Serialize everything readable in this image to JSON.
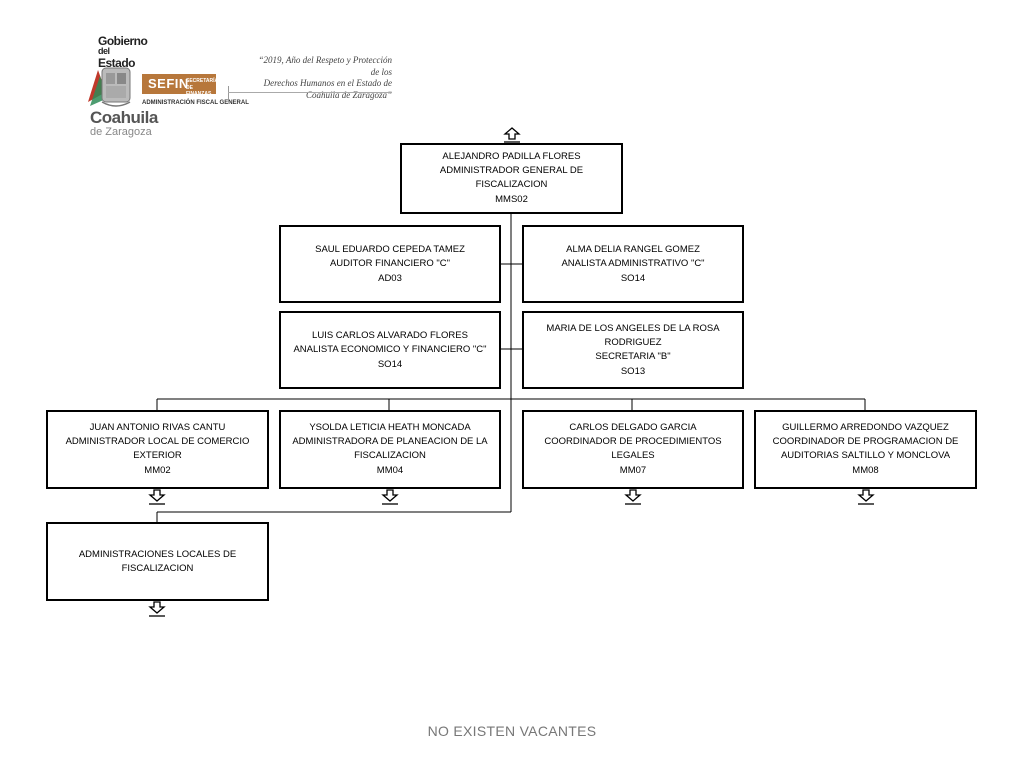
{
  "header": {
    "logo_lines": [
      "Gobierno",
      "del",
      "Estado"
    ],
    "logo_state": "Coahuila",
    "logo_state_sub": "de Zaragoza",
    "sefin_label": "SEFIN",
    "sefin_sub": [
      "SECRETARÍA",
      "DE FINANZAS"
    ],
    "admin_label": "ADMINISTRACIÓN FISCAL GENERAL",
    "motto_lines": [
      "“2019, Año del Respeto y Protección de los",
      "Derechos Humanos en el Estado de",
      "Coahuila de Zaragoza”"
    ],
    "colors": {
      "sefin_brand": "#b7773b",
      "seal_red": "#c0392b",
      "seal_green": "#2e8b57"
    }
  },
  "org_chart": {
    "head": {
      "name": "ALEJANDRO PADILLA FLORES",
      "title": "ADMINISTRADOR GENERAL DE FISCALIZACION",
      "code": "MMS02"
    },
    "staff": [
      {
        "name": "SAUL EDUARDO CEPEDA TAMEZ",
        "title": "AUDITOR FINANCIERO \"C\"",
        "code": "AD03"
      },
      {
        "name": "ALMA DELIA RANGEL GOMEZ",
        "title": "ANALISTA ADMINISTRATIVO \"C\"",
        "code": "SO14"
      },
      {
        "name": "LUIS CARLOS ALVARADO FLORES",
        "title": "ANALISTA  ECONOMICO Y FINANCIERO \"C\"",
        "code": "SO14"
      },
      {
        "name": "MARIA DE LOS ANGELES DE LA ROSA RODRIGUEZ",
        "title": "SECRETARIA \"B\"",
        "code": "SO13"
      }
    ],
    "units": [
      {
        "name": "JUAN ANTONIO RIVAS CANTU",
        "title": "ADMINISTRADOR LOCAL DE COMERCIO EXTERIOR",
        "code": "MM02"
      },
      {
        "name": "YSOLDA LETICIA HEATH MONCADA",
        "title": "ADMINISTRADORA DE PLANEACION DE LA FISCALIZACION",
        "code": "MM04"
      },
      {
        "name": "CARLOS DELGADO GARCIA",
        "title": "COORDINADOR DE PROCEDIMIENTOS LEGALES",
        "code": "MM07"
      },
      {
        "name": "GUILLERMO ARREDONDO VAZQUEZ",
        "title": "COORDINADOR DE PROGRAMACION DE AUDITORIAS SALTILLO Y MONCLOVA",
        "code": "MM08"
      }
    ],
    "local": {
      "name": "ADMINISTRACIONES LOCALES DE FISCALIZACION"
    }
  },
  "footer": {
    "note": "NO EXISTEN VACANTES"
  }
}
